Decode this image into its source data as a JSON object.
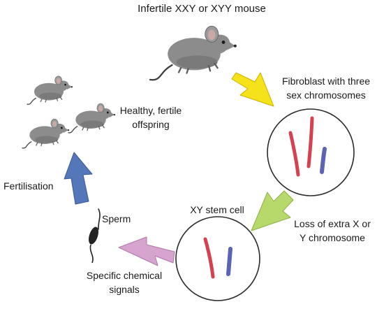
{
  "labels": {
    "infertile_mouse": "Infertile XXY or XYY mouse",
    "fibroblast_line1": "Fibroblast with three",
    "fibroblast_line2": "sex chromosomes",
    "loss_line1": "Loss of extra X or",
    "loss_line2": "Y chromosome",
    "stem_cell": "XY stem cell",
    "signals_line1": "Specific chemical",
    "signals_line2": "signals",
    "sperm": "Sperm",
    "fertilisation": "Fertilisation",
    "offspring_line1": "Healthy, fertile",
    "offspring_line2": "offspring"
  },
  "colors": {
    "mouse_body": "#8c8c8c",
    "mouse_dark": "#5e5e5e",
    "mouse_ear": "#c9a9a4",
    "chromosome_x": "#d6404f",
    "chromosome_y": "#5b63b5",
    "arrow_yellow": "#f5e21a",
    "arrow_green": "#b7d86a",
    "arrow_pink": "#d7a3cf",
    "arrow_blue": "#5477b9",
    "cell_outline": "#2b2b2b"
  }
}
